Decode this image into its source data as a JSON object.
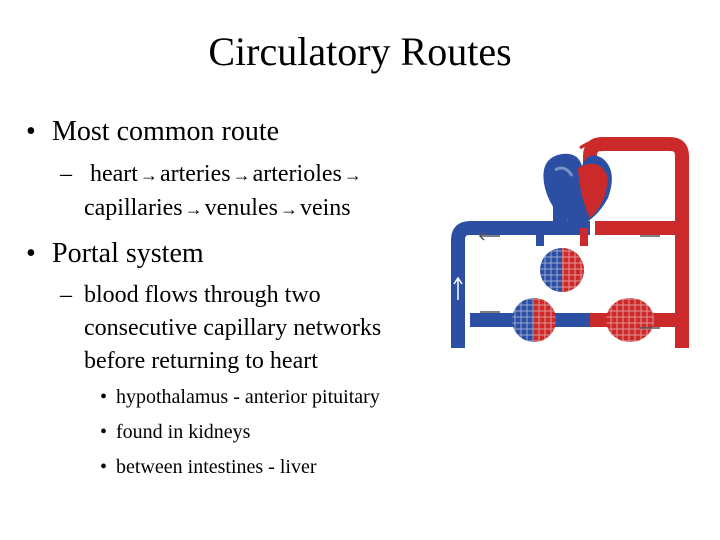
{
  "title": "Circulatory Routes",
  "bullets": {
    "route": "Most common route",
    "route_steps": [
      "heart",
      "arteries",
      "arterioles",
      "capillaries",
      "venules",
      "veins"
    ],
    "portal": "Portal system",
    "portal_desc_1": "blood flows through two",
    "portal_desc_2": "consecutive capillary networks",
    "portal_desc_3": "before returning to heart",
    "examples": [
      "hypothalamus - anterior pituitary",
      "found in kidneys",
      "between intestines - liver"
    ]
  },
  "glyphs": {
    "bullet": "•",
    "dash": "–",
    "arrow": "→"
  },
  "diagram": {
    "artery_color": "#cc2a2a",
    "vein_color": "#2c4fa3",
    "icon": "heart-circulation-diagram"
  }
}
